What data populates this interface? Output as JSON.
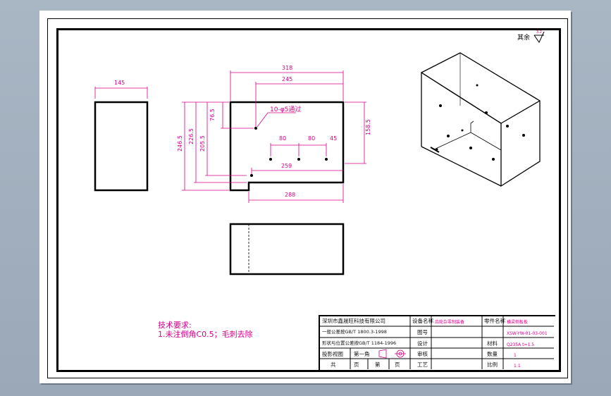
{
  "roughness": {
    "label": "其余",
    "value": "3.2"
  },
  "dimensions": {
    "side_width": "145",
    "overall_length": "318",
    "hole_span": "245",
    "base_length": "288",
    "hole_row_span": "259",
    "pitch_1": "80",
    "pitch_2": "80",
    "pitch_3": "45",
    "height_1": "76.5",
    "height_2": "205.5",
    "height_3": "226.5",
    "height_4": "246.5",
    "height_right": "158.5",
    "hole_callout": "10-φ5通过"
  },
  "tech_req": {
    "title": "技术要求:",
    "line1": "1.未注倒角C0.5；毛刺去除"
  },
  "title_block": {
    "company": "深圳市鑫晟旺科技有限公司",
    "label_name": "设备名称",
    "name_value": "齿轮杂零制装备",
    "label_part": "零件名称",
    "part_value": "横梁侧板板",
    "std1": "一般公差按GB/T 1800.3-1998",
    "label_draw": "图号",
    "drawing_no": "XSW-YW-01-03-001",
    "std2": "形状与位置公差按GB/T 1184-1996",
    "label_design": "设计",
    "label_material": "材料",
    "material": "Q235A t=1.5",
    "label_scale": "投影视图",
    "label_first_angle": "第一角",
    "label_check": "审核",
    "label_qty": "数量",
    "qty": "1",
    "label_total": "共",
    "label_page": "页",
    "label_sheet": "第",
    "label_sheet_page": "页",
    "label_process": "工艺",
    "label_ratio": "比例",
    "ratio": "1:1"
  }
}
